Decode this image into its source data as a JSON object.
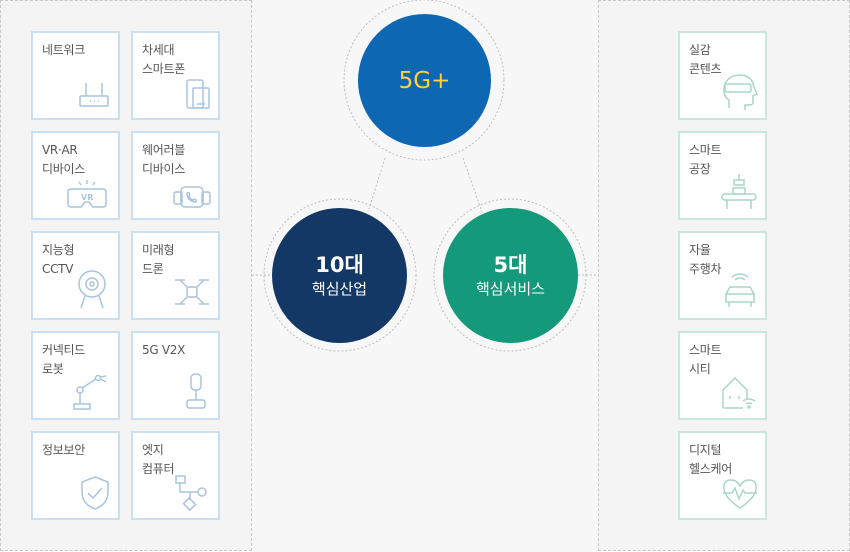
{
  "center": {
    "top": {
      "title": "5G+"
    },
    "left": {
      "title": "10대",
      "subtitle": "핵심산업"
    },
    "right": {
      "title": "5대",
      "subtitle": "핵심서비스"
    }
  },
  "industries": [
    {
      "label": "네트워크",
      "icon": "router-icon"
    },
    {
      "label": "차세대\n스마트폰",
      "icon": "smartphone-icon"
    },
    {
      "label": "VR·AR\n디바이스",
      "icon": "vr-headset-icon"
    },
    {
      "label": "웨어러블\n디바이스",
      "icon": "smartwatch-icon"
    },
    {
      "label": "지능형\nCCTV",
      "icon": "cctv-camera-icon"
    },
    {
      "label": "미래형\n드론",
      "icon": "drone-icon"
    },
    {
      "label": "커넥티드\n로봇",
      "icon": "robot-arm-icon"
    },
    {
      "label": "5G V2X",
      "icon": "joystick-icon"
    },
    {
      "label": "정보보안",
      "icon": "shield-check-icon"
    },
    {
      "label": "엣지\n컴퓨터",
      "icon": "network-nodes-icon"
    }
  ],
  "services": [
    {
      "label": "실감\n콘텐츠",
      "icon": "vr-head-icon"
    },
    {
      "label": "스마트\n공장",
      "icon": "factory-conveyor-icon"
    },
    {
      "label": "자율\n주행차",
      "icon": "connected-car-icon"
    },
    {
      "label": "스마트\n시티",
      "icon": "smart-home-icon"
    },
    {
      "label": "디지털\n헬스케어",
      "icon": "heart-pulse-icon"
    }
  ],
  "colors": {
    "top_circle": "#0e67b3",
    "top_title": "#ffd23c",
    "left_circle": "#133866",
    "right_circle": "#14997a",
    "industry_border": "#c9dff2",
    "industry_icon": "#a9c4de",
    "service_border": "#c8e8dc",
    "service_icon": "#a8d7c5"
  }
}
